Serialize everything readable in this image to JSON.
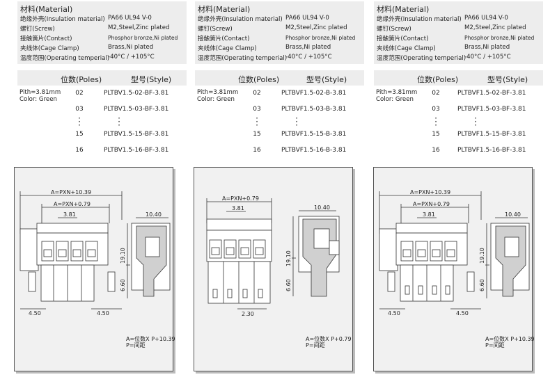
{
  "material": {
    "title": "材料(Material)",
    "rows": [
      {
        "label": "绝缘外壳(Insulation material)",
        "value": "PA66 UL94 V-0"
      },
      {
        "label": "螺钉(Screw)",
        "value": "M2,Steel,Zinc plated"
      },
      {
        "label": "接触簧片(Contact)",
        "value": "Phosphor bronze,Ni plated"
      },
      {
        "label": "夹线体(Cage Clamp)",
        "value": "Brass,Ni plated"
      },
      {
        "label": "温度范围(Operating temperial)",
        "value": "-40°C / +105°C"
      }
    ]
  },
  "table_headers": {
    "poles": "位数(Poles)",
    "style": "型号(Style)"
  },
  "pith_label": "Pith=3.81mm",
  "color_label": "Color: Green",
  "columns": [
    {
      "poles": [
        "02",
        "03",
        "15",
        "16"
      ],
      "styles": [
        "PLTBV1.5-02-BF-3.81",
        "PLTBV1.5-03-BF-3.81",
        "PLTBV1.5-15-BF-3.81",
        "PLTBV1.5-16-BF-3.81"
      ],
      "drawing": {
        "dim_a": "A=PXN+10.39",
        "dim_b": "A=PXN+0.79",
        "pitch": "3.81",
        "side_width": "10.40",
        "height": "19.10",
        "pin_height": "6.60",
        "left_offset": "4.50",
        "right_offset": "4.50",
        "formula_line1": "A=位数X P+10.39",
        "formula_line2": "P=间距"
      }
    },
    {
      "poles": [
        "02",
        "03",
        "15",
        "16"
      ],
      "styles": [
        "PLTBVF1.5-02-B-3.81",
        "PLTBVF1.5-03-B-3.81",
        "PLTBVF1.5-15-B-3.81",
        "PLTBVF1.5-16-B-3.81"
      ],
      "drawing": {
        "dim_a": "A=PXN+0.79",
        "pitch": "3.81",
        "side_width": "10.40",
        "height": "19.10",
        "pin_height": "6.60",
        "bottom_offset": "2.30",
        "formula_line1": "A=位数X P+0.79",
        "formula_line2": "P=间距"
      }
    },
    {
      "poles": [
        "02",
        "03",
        "15",
        "16"
      ],
      "styles": [
        "PLTBVF1.5-02-BF-3.81",
        "PLTBVF1.5-03-BF-3.81",
        "PLTBVF1.5-15-BF-3.81",
        "PLTBVF1.5-16-BF-3.81"
      ],
      "drawing": {
        "dim_a": "A=PXN+10.39",
        "dim_b": "A=PXN+0.79",
        "pitch": "3.81",
        "side_width": "10.40",
        "height": "19.10",
        "pin_height": "6.60",
        "left_offset": "4.50",
        "right_offset": "4.50",
        "formula_line1": "A=位数X P+10.39",
        "formula_line2": "P=间距"
      }
    }
  ]
}
